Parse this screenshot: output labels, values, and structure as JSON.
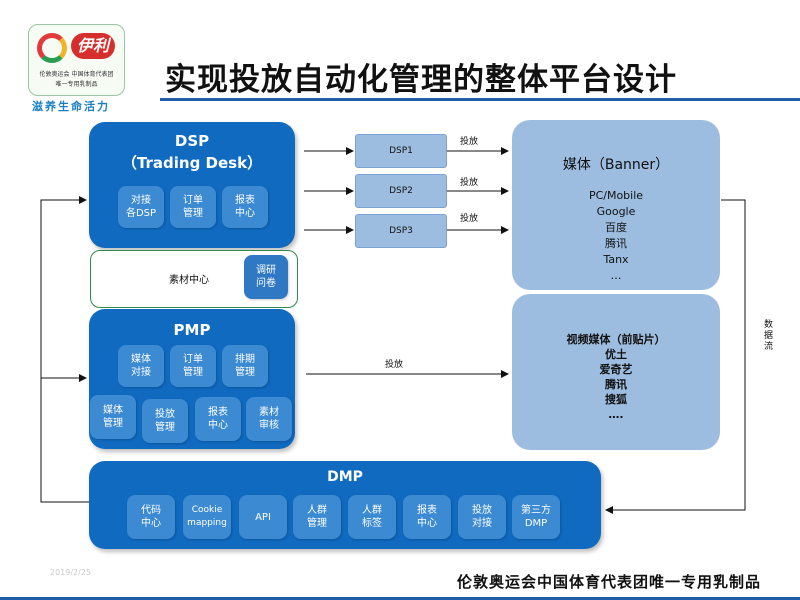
{
  "logo": {
    "brand": "伊利",
    "sub1": "伦敦奥运会 中国体育代表团",
    "sub2": "唯一专用乳制品",
    "slogan": "滋养生命活力"
  },
  "title": "实现投放自动化管理的整体平台设计",
  "dsp": {
    "title": "DSP",
    "subtitle": "（Trading Desk）",
    "chips": [
      "对接\n各DSP",
      "订单\n管理",
      "报表\n中心"
    ]
  },
  "material": {
    "label": "素材中心",
    "chip": "调研\n问卷"
  },
  "pmp": {
    "title": "PMP",
    "row1": [
      "媒体\n对接",
      "订单\n管理",
      "排期\n管理"
    ],
    "row2": [
      "媒体\n管理",
      "投放\n管理",
      "报表\n中心",
      "素材\n审核"
    ]
  },
  "dmp": {
    "title": "DMP",
    "chips": [
      "代码\n中心",
      "Cookie\nmapping",
      "API",
      "人群\n管理",
      "人群\n标签",
      "报表\n中心",
      "投放\n对接",
      "第三方\nDMP"
    ]
  },
  "dsp_boxes": [
    "DSP1",
    "DSP2",
    "DSP3"
  ],
  "arrow_labels": {
    "dsp1": "投放",
    "dsp2": "投放",
    "dsp3": "投放",
    "pmp": "投放"
  },
  "media_banner": {
    "title": "媒体（Banner）",
    "items": [
      "PC/Mobile",
      "Google",
      "百度",
      "腾讯",
      "Tanx",
      "…"
    ]
  },
  "media_video": {
    "items": [
      "视频媒体（前贴片）",
      "优土",
      "爱奇艺",
      "腾讯",
      "搜狐",
      "…."
    ]
  },
  "data_flow_label": "数\n据\n流",
  "footer": {
    "date": "2019/2/25",
    "slogan": "伦敦奥运会中国体育代表团唯一专用乳制品"
  }
}
